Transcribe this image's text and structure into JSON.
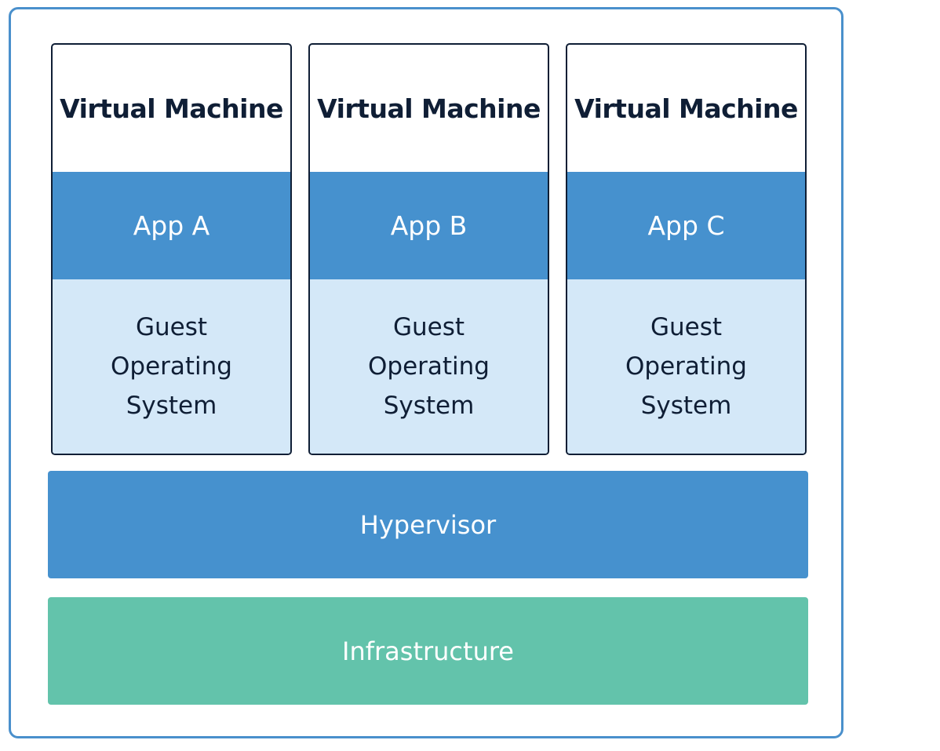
{
  "virtual_machines": [
    {
      "title": "Virtual Machine",
      "app": "App A",
      "os": "Guest Operating System"
    },
    {
      "title": "Virtual Machine",
      "app": "App B",
      "os": "Guest Operating System"
    },
    {
      "title": "Virtual Machine",
      "app": "App C",
      "os": "Guest Operating System"
    }
  ],
  "hypervisor": {
    "label": "Hypervisor"
  },
  "infrastructure": {
    "label": "Infrastructure"
  },
  "colors": {
    "frame_border": "#4a90cc",
    "app_layer": "#4691ce",
    "guest_os_layer": "#d4e8f8",
    "hypervisor": "#4691ce",
    "infrastructure": "#63c3ab",
    "text_dark": "#0f1e35"
  }
}
